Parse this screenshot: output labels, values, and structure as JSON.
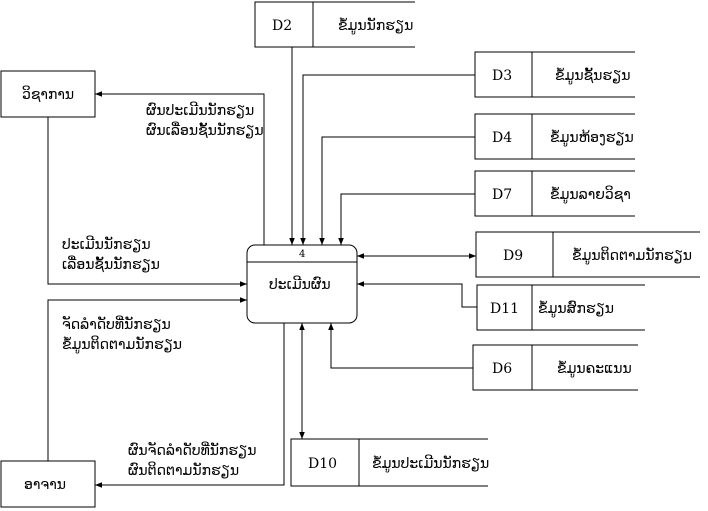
{
  "process": {
    "number": "4",
    "name": "ປະເມີນຜົນ"
  },
  "entities": {
    "academic": "ວິຊາການ",
    "teacher": "ອາຈານ"
  },
  "stores": {
    "d2": {
      "id": "D2",
      "name": "ຂໍ້ມູນນັກຮຽນ"
    },
    "d3": {
      "id": "D3",
      "name": "ຂໍ້ມູນຊັ້ນຮຽນ"
    },
    "d4": {
      "id": "D4",
      "name": "ຂໍ້ມູນຫ້ອງຮຽນ"
    },
    "d7": {
      "id": "D7",
      "name": "ຂໍ້ມູນລາຍວິຊາ"
    },
    "d9": {
      "id": "D9",
      "name": "ຂໍ້ມູນຕິດຕາມນັກຮຽນ"
    },
    "d11": {
      "id": "D11",
      "name": "ຂໍ້ມູນສົກຮຽນ"
    },
    "d6": {
      "id": "D6",
      "name": "ຂໍ້ມູນຄະແນນ"
    },
    "d10": {
      "id": "D10",
      "name": "ຂໍ້ມູນປະເມີນນັກຮຽນ"
    }
  },
  "flows": {
    "to_academic_1": "ຜົນປະເມີນນັກຮຽນ",
    "to_academic_2": "ຜົນເລື່ອນຊັ້ນນັກຮຽນ",
    "from_academic_1": "ປະເມີນນັກຮຽນ",
    "from_academic_2": "ເລື່ອນຊັ້ນນັກຮຽນ",
    "from_teacher_1": "ຈັດລຳດັບທີ່ນັກຮຽນ",
    "from_teacher_2": "ຂໍ້ມູນຕິດຕາມນັກຮຽນ",
    "to_teacher_1": "ຜົນຈັດລຳດັບທີ່ນັກຮຽນ",
    "to_teacher_2": "ຜົນຕິດຕາມນັກຮຽນ"
  }
}
